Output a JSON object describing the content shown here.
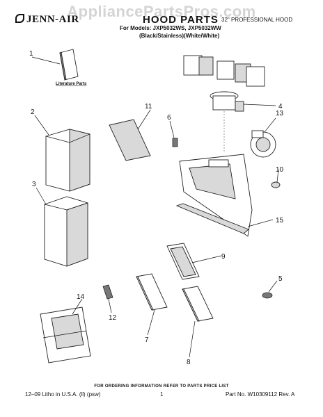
{
  "watermark": "AppliancePartsPros.com",
  "brand": "JENN-AIR",
  "header": {
    "title": "HOOD PARTS",
    "subtitle": "32\" PROFESSIONAL HOOD",
    "models": "For Models: JXP5032WS, JXP5032WW",
    "variants": "(Black/Stainless)(White/White)"
  },
  "literature_label": "Literature Parts",
  "callouts": [
    "1",
    "2",
    "3",
    "4",
    "5",
    "6",
    "7",
    "8",
    "9",
    "10",
    "11",
    "12",
    "13",
    "14",
    "15"
  ],
  "footer": {
    "notice": "FOR ORDERING INFORMATION REFER TO PARTS PRICE LIST",
    "litho": "12–09 Litho in U.S.A. (ll) (psw)",
    "page": "1",
    "part_no": "Part No. W10309112 Rev. A"
  }
}
